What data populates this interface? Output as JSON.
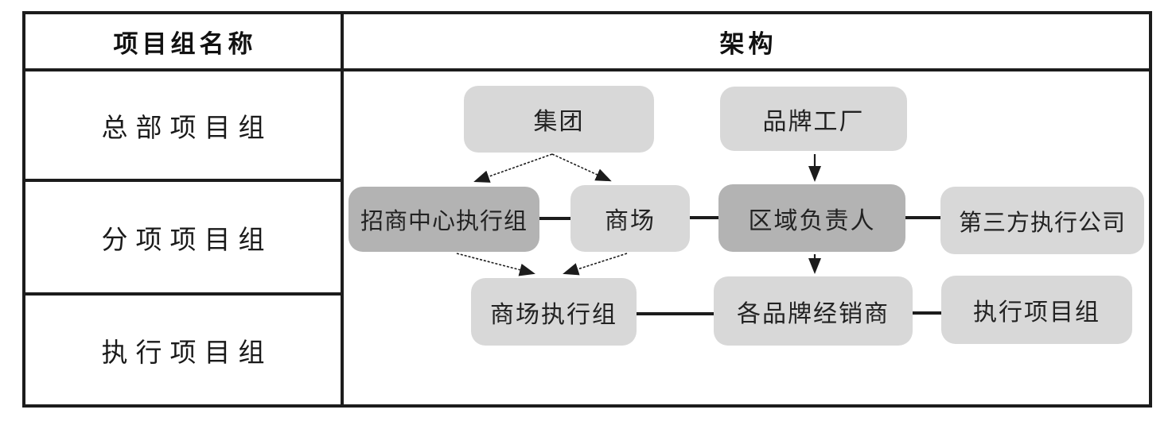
{
  "table": {
    "col1_header": "项目组名称",
    "col2_header": "架构",
    "rows": [
      "总部项目组",
      "分项项目组",
      "执行项目组"
    ]
  },
  "diagram": {
    "nodes": [
      {
        "id": "group",
        "label": "集团",
        "tone": "light"
      },
      {
        "id": "brand-factory",
        "label": "品牌工厂",
        "tone": "light"
      },
      {
        "id": "merchant-center",
        "label": "招商中心执行组",
        "tone": "dark"
      },
      {
        "id": "mall",
        "label": "商场",
        "tone": "light"
      },
      {
        "id": "regional-manager",
        "label": "区域负责人",
        "tone": "dark"
      },
      {
        "id": "third-party",
        "label": "第三方执行公司",
        "tone": "light"
      },
      {
        "id": "mall-exec",
        "label": "商场执行组",
        "tone": "light"
      },
      {
        "id": "brand-dealers",
        "label": "各品牌经销商",
        "tone": "light"
      },
      {
        "id": "exec-project",
        "label": "执行项目组",
        "tone": "light"
      }
    ],
    "edges": [
      {
        "from": "集团",
        "to": "招商中心执行组",
        "type": "arrow"
      },
      {
        "from": "集团",
        "to": "商场",
        "type": "arrow"
      },
      {
        "from": "品牌工厂",
        "to": "区域负责人",
        "type": "arrow"
      },
      {
        "from": "招商中心执行组",
        "to": "商场",
        "type": "line"
      },
      {
        "from": "商场",
        "to": "区域负责人",
        "type": "line"
      },
      {
        "from": "区域负责人",
        "to": "第三方执行公司",
        "type": "line"
      },
      {
        "from": "招商中心执行组",
        "to": "商场执行组",
        "type": "arrow"
      },
      {
        "from": "商场",
        "to": "商场执行组",
        "type": "arrow"
      },
      {
        "from": "区域负责人",
        "to": "各品牌经销商",
        "type": "arrow"
      },
      {
        "from": "商场执行组",
        "to": "各品牌经销商",
        "type": "line"
      },
      {
        "from": "各品牌经销商",
        "to": "执行项目组",
        "type": "line"
      }
    ]
  },
  "colors": {
    "box_light": "#d8d8d8",
    "box_dark": "#b3b3b3",
    "border": "#1c1c1c",
    "arrow": "#1c1c1c",
    "background": "#ffffff"
  }
}
